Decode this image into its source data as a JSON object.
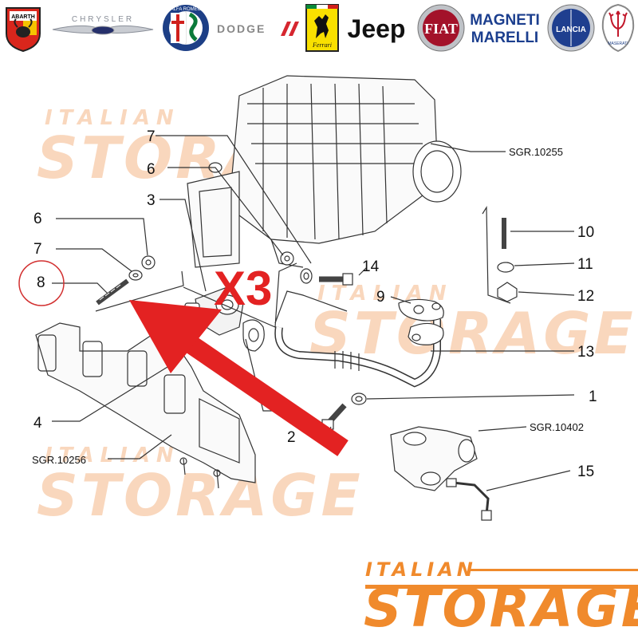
{
  "brands": {
    "abarth": "ABARTH",
    "chrysler": "CHRYSLER",
    "alfa_romeo": "ALFA ROMEO",
    "dodge": "DODGE",
    "ferrari": "Ferrari",
    "jeep": "Jeep",
    "fiat": "FIAT",
    "magneti_marelli_line1": "MAGNETI",
    "magneti_marelli_line2": "MARELLI",
    "lancia": "LANCIA",
    "maserati": "MASERATI"
  },
  "colors": {
    "watermark_orange": "#f9d7bd",
    "brand_orange": "#f08a2c",
    "arrow_red": "#e32222",
    "fiat_red": "#a3122a",
    "lancia_blue": "#1f3f8f",
    "marelli_blue": "#1b3e8e"
  },
  "watermark": {
    "small": "ITALIAN",
    "big": "STORAGE"
  },
  "brand_footer": {
    "small": "ITALIAN",
    "big": "STORAGE"
  },
  "callouts": {
    "n1": "1",
    "n2": "2",
    "n3": "3",
    "n4": "4",
    "n6a": "6",
    "n6b": "6",
    "n7a": "7",
    "n7b": "7",
    "n8": "8",
    "n9": "9",
    "n10": "10",
    "n11": "11",
    "n12": "12",
    "n13": "13",
    "n14": "14",
    "n15": "15"
  },
  "group_refs": {
    "top": "SGR.10255",
    "left": "SGR.10256",
    "right": "SGR.10402"
  },
  "highlight": {
    "quantity": "X3",
    "circled_part": "8"
  }
}
